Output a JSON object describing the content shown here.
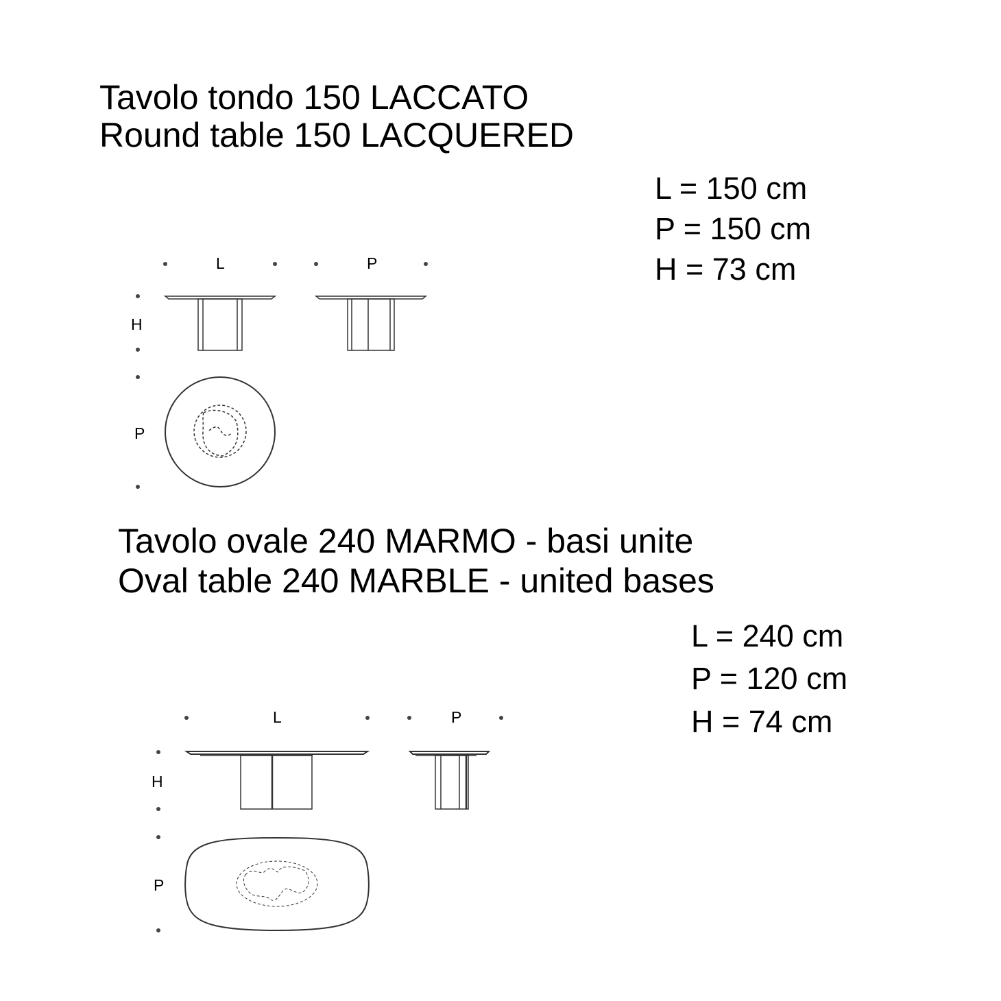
{
  "table1": {
    "title_it": "Tavolo tondo 150 LACCATO",
    "title_en": "Round table 150 LACQUERED",
    "dimensions": [
      "L = 150 cm",
      "P = 150 cm",
      "H = 73 cm"
    ],
    "labels": {
      "front_width": "L",
      "side_depth": "P",
      "height": "H",
      "plan_depth": "P"
    }
  },
  "table2": {
    "title_it": "Tavolo ovale 240 MARMO - basi unite",
    "title_en": "Oval table 240 MARBLE - united bases",
    "dimensions": [
      "L = 240 cm",
      "P = 120 cm",
      "H = 74 cm"
    ],
    "labels": {
      "front_width": "L",
      "side_depth": "P",
      "height": "H",
      "plan_depth": "P"
    }
  }
}
